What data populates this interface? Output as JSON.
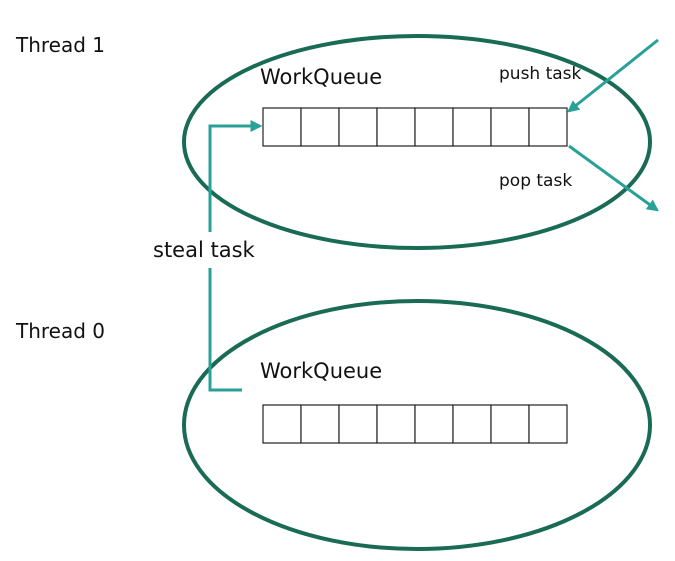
{
  "colors": {
    "ellipse_stroke": "#1a6b55",
    "arrow": "#2aa198",
    "cell_stroke": "#222222",
    "text": "#111111"
  },
  "threads": [
    {
      "label": "Thread 1",
      "queue_label": "WorkQueue",
      "cells": 8
    },
    {
      "label": "Thread 0",
      "queue_label": "WorkQueue",
      "cells": 8
    }
  ],
  "ops": {
    "push": "push task",
    "pop": "pop task",
    "steal": "steal task"
  }
}
